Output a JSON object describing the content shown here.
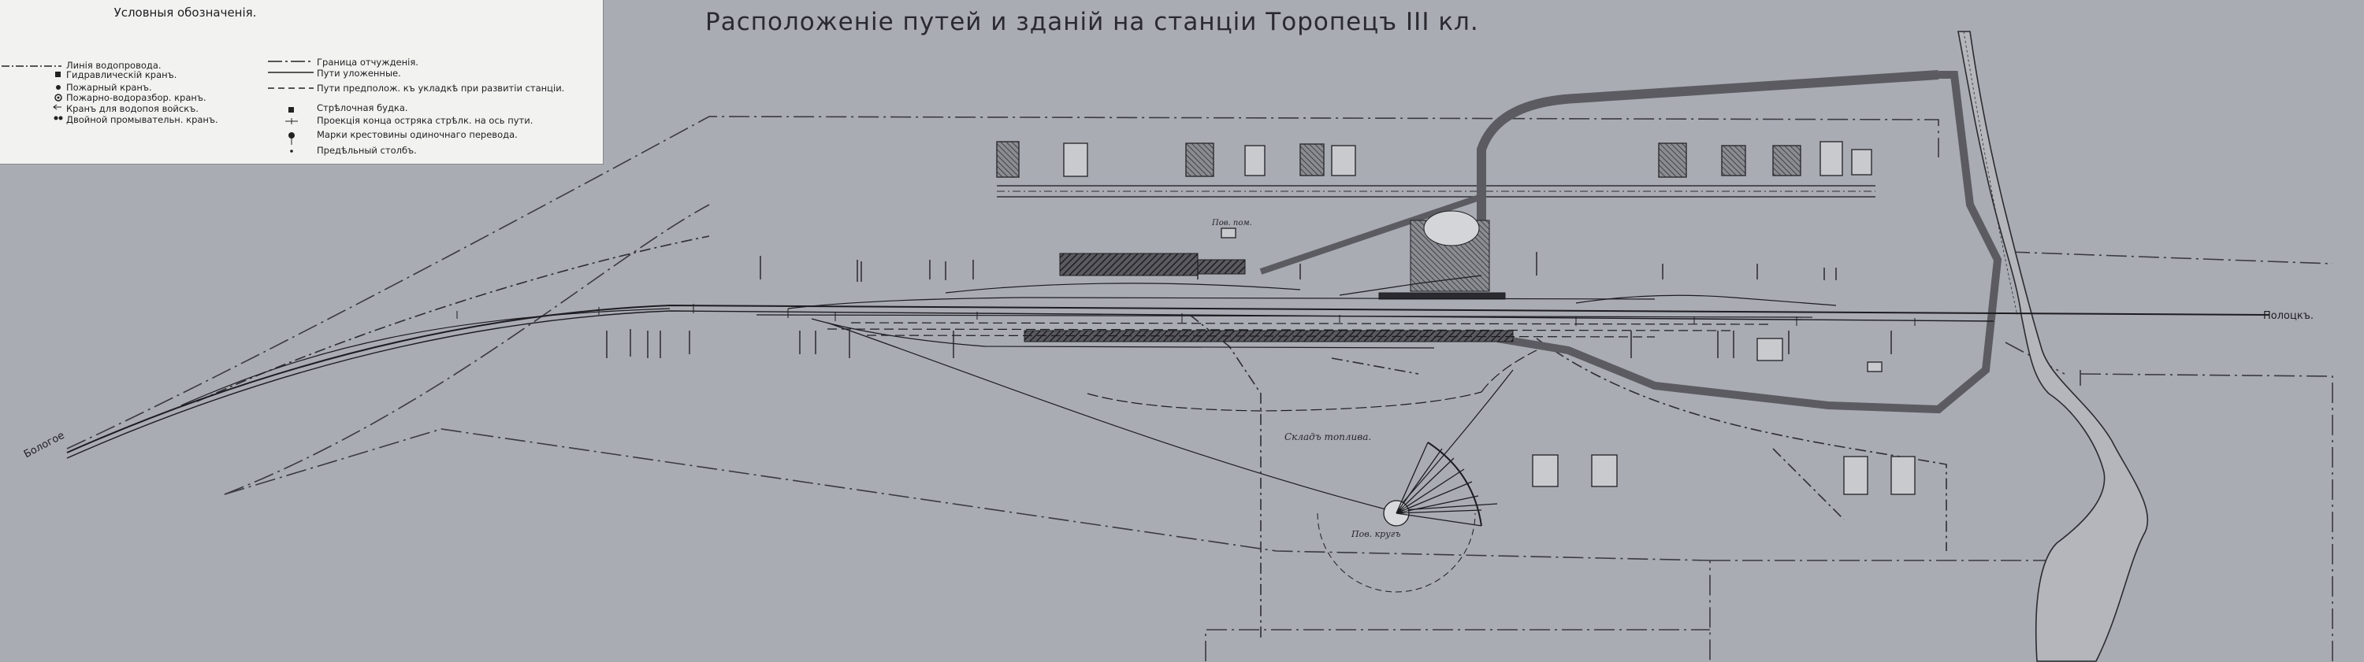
{
  "title": "Расположеніе путей и зданій на станціи Торопецъ III кл.",
  "legend": {
    "heading": "Условныя обозначенія.",
    "left_items": [
      {
        "label": "Линія водопровода.",
        "icon": "dash-dot-line-icon"
      },
      {
        "label": "Гидравлическій кранъ.",
        "icon": "square-marker-icon"
      },
      {
        "label": "Пожарный кранъ.",
        "icon": "dot-marker-icon"
      },
      {
        "label": "Пожарно-водоразбор. кранъ.",
        "icon": "ring-dot-marker-icon"
      },
      {
        "label": "Кранъ для водопоя войскъ.",
        "icon": "arrow-marker-icon"
      },
      {
        "label": "Двойной промывательн. кранъ.",
        "icon": "double-dot-marker-icon"
      }
    ],
    "right_items": [
      {
        "label": "Граница отчужденія.",
        "icon": "boundary-line-icon"
      },
      {
        "label": "Пути уложенные.",
        "icon": "solid-line-icon"
      },
      {
        "label": "Пути предполож. къ укладкѣ при развитіи станціи.",
        "icon": "dashed-line-icon"
      },
      {
        "label": "Стрѣлочная будка.",
        "icon": "small-square-icon"
      },
      {
        "label": "Проекція конца остряка стрѣлк. на ось пути.",
        "icon": "projection-mark-icon"
      },
      {
        "label": "Марки крестовины одиночнаго перевода.",
        "icon": "pin-marker-icon"
      },
      {
        "label": "Предѣльный столбъ.",
        "icon": "small-dot-icon"
      }
    ]
  },
  "endpoints": {
    "west": "Бологое",
    "east": "Полоцкъ."
  },
  "map_labels": {
    "fuel_yard": "Складъ топлива.",
    "turntable": "Пов. кругъ",
    "building": "Пов. пом."
  },
  "colors": {
    "background": "#a9acb3",
    "legend_bg": "#f2f2f0",
    "ink": "#1e1e22",
    "hatch": "#2b2b30"
  }
}
